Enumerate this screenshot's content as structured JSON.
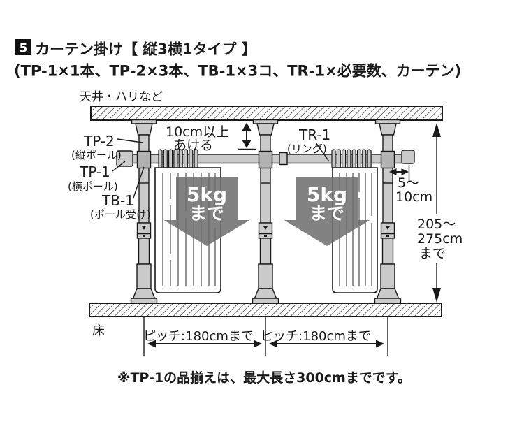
{
  "header": {
    "step_badge": "5",
    "title": "カーテン掛け【 縦3横1タイプ 】",
    "subtitle": "(TP-1×1本、TP-2×3本、TB-1×3コ、TR-1×必要数、カーテン)"
  },
  "diagram": {
    "ceiling_label": "天井・ハリなど",
    "floor_label": "床"
  },
  "parts": {
    "tp2": {
      "code": "TP-2",
      "name": "(縦ポール)"
    },
    "tp1": {
      "code": "TP-1",
      "name": "(横ポール)"
    },
    "tb1": {
      "code": "TB-1",
      "name": "(ポール受け)"
    },
    "tr1": {
      "code": "TR-1",
      "name": "(リング)"
    }
  },
  "measurements": {
    "top_gap": {
      "line1": "10cm以上",
      "line2": "あける"
    },
    "end_overhang": {
      "line1": "5〜",
      "line2": "10cm"
    },
    "height": {
      "line1": "205〜",
      "line2": "275cm",
      "line3": "まで"
    },
    "pitch_left": "ピッチ:180cmまで",
    "pitch_right": "ピッチ:180cmまで"
  },
  "load_limits": {
    "left": {
      "value": "5kg",
      "suffix": "まで"
    },
    "right": {
      "value": "5kg",
      "suffix": "まで"
    }
  },
  "footer": {
    "note": "※TP-1の品揃えは、最大長さ300cmまでです。"
  },
  "colors": {
    "line": "#1a1a1a",
    "pole_gray": "#cacaca",
    "joint_gray": "#b2b2b2",
    "ring_gray": "#c9c9c9",
    "load_arrow_gray": "#6f6f6f",
    "badge_black": "#111111"
  }
}
